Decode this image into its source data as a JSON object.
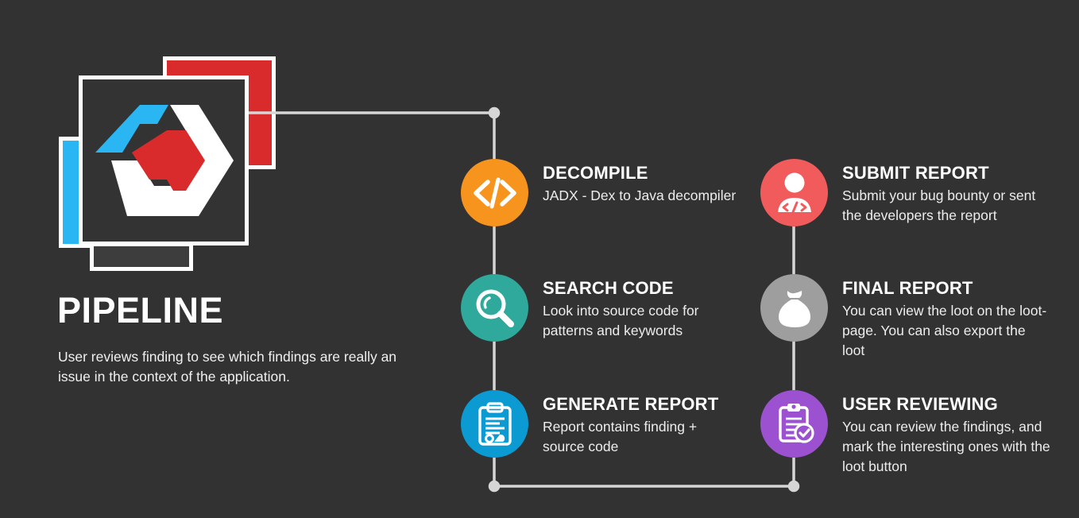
{
  "theme": {
    "background": "#323232",
    "connector_color": "#d6d6d6",
    "text_primary": "#ffffff"
  },
  "brand": {
    "title": "PIPELINE",
    "description": "User reviews finding to see which findings are really an issue in the context of the application.",
    "logo_name": "pipeline-hex-logo",
    "logo_colors": {
      "blue": "#29B6F2",
      "red": "#D92B2B",
      "white": "#ffffff",
      "card": "#333333"
    }
  },
  "steps": [
    {
      "id": "decompile",
      "title": "DECOMPILE",
      "description": "JADX - Dex to Java decompiler",
      "color": "#F7941D",
      "icon": "code-brackets-icon",
      "column": "left",
      "row": 1
    },
    {
      "id": "search-code",
      "title": "SEARCH CODE",
      "description": "Look into source code for patterns and keywords",
      "color": "#2EA99B",
      "icon": "magnifier-icon",
      "column": "left",
      "row": 2
    },
    {
      "id": "generate-report",
      "title": "GENERATE REPORT",
      "description": "Report contains finding + source code",
      "color": "#0C9AD2",
      "icon": "clipboard-report-icon",
      "column": "left",
      "row": 3
    },
    {
      "id": "submit-report",
      "title": "SUBMIT REPORT",
      "description": "Submit your bug bounty or sent the developers the report",
      "color": "#F25B5B",
      "icon": "user-code-icon",
      "column": "right",
      "row": 1
    },
    {
      "id": "final-report",
      "title": "FINAL REPORT",
      "description": "You can view the loot on the loot-page. You can also export the loot",
      "color": "#9E9E9E",
      "icon": "loot-bag-icon",
      "column": "right",
      "row": 2
    },
    {
      "id": "user-reviewing",
      "title": "USER REVIEWING",
      "description": "You can review the findings, and mark the interesting ones with the loot button",
      "color": "#9B51D0",
      "icon": "clipboard-check-icon",
      "column": "right",
      "row": 3
    }
  ]
}
